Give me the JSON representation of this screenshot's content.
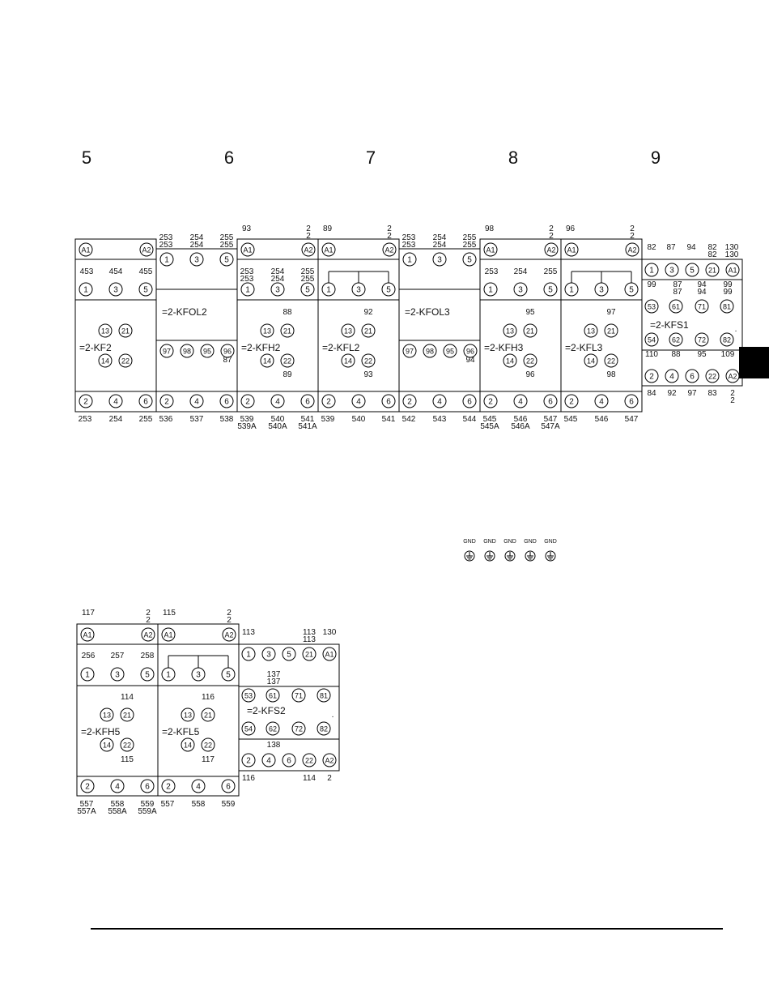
{
  "column_numbers": [
    "5",
    "6",
    "7",
    "8",
    "9"
  ],
  "gnd_label": "GND",
  "gnd_count": 5,
  "rows": [
    {
      "modules": [
        {
          "kind": "relay",
          "tag": "=2-KF2",
          "top_left": "",
          "top_right": "",
          "top_right_2": "",
          "coil": [
            "A1",
            "A2"
          ],
          "inputs": [
            "453",
            "454",
            "455"
          ],
          "inputs_2": [
            "",
            "",
            ""
          ],
          "aux_top": "",
          "aux_bottom": "",
          "outputs": [
            "253",
            "254",
            "255"
          ],
          "outputs_2": [
            "",
            "",
            ""
          ]
        },
        {
          "kind": "overload",
          "tag": "=2-KFOL2",
          "top": [
            "253",
            "254",
            "255"
          ],
          "top_2": [
            "253",
            "254",
            "255"
          ],
          "aux_note": "87",
          "outputs": [
            "536",
            "537",
            "538"
          ]
        },
        {
          "kind": "relay",
          "tag": "=2-KFH2",
          "top_left": "93",
          "top_right": "2",
          "top_right_2": "2",
          "coil": [
            "A1",
            "A2"
          ],
          "inputs": [
            "253",
            "254",
            "255"
          ],
          "inputs_2": [
            "253",
            "254",
            "255"
          ],
          "aux_top": "88",
          "aux_bottom": "89",
          "outputs": [
            "539",
            "540",
            "541"
          ],
          "outputs_2": [
            "539A",
            "540A",
            "541A"
          ]
        },
        {
          "kind": "relay_bridged",
          "tag": "=2-KFL2",
          "top_left": "89",
          "top_right": "2",
          "top_right_2": "2",
          "coil": [
            "A1",
            "A2"
          ],
          "aux_top": "92",
          "aux_bottom": "93",
          "outputs": [
            "539",
            "540",
            "541"
          ]
        },
        {
          "kind": "overload",
          "tag": "=2-KFOL3",
          "top": [
            "253",
            "254",
            "255"
          ],
          "top_2": [
            "253",
            "254",
            "255"
          ],
          "aux_note": "94",
          "outputs": [
            "542",
            "543",
            "544"
          ]
        },
        {
          "kind": "relay",
          "tag": "=2-KFH3",
          "top_left": "98",
          "top_right": "2",
          "top_right_2": "2",
          "coil": [
            "A1",
            "A2"
          ],
          "inputs": [
            "253",
            "254",
            "255"
          ],
          "inputs_2": [
            "",
            "",
            ""
          ],
          "aux_top": "95",
          "aux_bottom": "96",
          "outputs": [
            "545",
            "546",
            "547"
          ],
          "outputs_2": [
            "545A",
            "546A",
            "547A"
          ]
        },
        {
          "kind": "relay_bridged",
          "tag": "=2-KFL3",
          "top_left": "96",
          "top_right": "2",
          "top_right_2": "2",
          "coil": [
            "A1",
            "A2"
          ],
          "aux_top": "97",
          "aux_bottom": "98",
          "outputs": [
            "545",
            "546",
            "547"
          ]
        }
      ],
      "safety": {
        "tag": "=2-KFS1",
        "top": [
          "82",
          "87",
          "94",
          "82",
          "130"
        ],
        "top_2": [
          "",
          "",
          "",
          "82",
          "130"
        ],
        "t1": [
          "1",
          "3",
          "5",
          "21",
          "A1"
        ],
        "mid_labels": [
          "99",
          "87",
          "94",
          "99"
        ],
        "mid_labels_2": [
          "",
          "87",
          "94",
          "99"
        ],
        "t2": [
          "53",
          "61",
          "71",
          "81"
        ],
        "t3": [
          "54",
          "62",
          "72",
          "82"
        ],
        "mid2_labels": [
          "110",
          "88",
          "95",
          "109"
        ],
        "t4": [
          "2",
          "4",
          "6",
          "22",
          "A2"
        ],
        "bottom": [
          "84",
          "92",
          "97",
          "83",
          "2"
        ],
        "bottom_2": [
          "",
          "",
          "",
          "",
          "2"
        ]
      }
    },
    {
      "modules": [
        {
          "kind": "relay",
          "tag": "=2-KFH5",
          "top_left": "117",
          "top_right": "2",
          "top_right_2": "2",
          "coil": [
            "A1",
            "A2"
          ],
          "inputs": [
            "256",
            "257",
            "258"
          ],
          "inputs_2": [
            "",
            "",
            ""
          ],
          "aux_top": "114",
          "aux_bottom": "115",
          "outputs": [
            "557",
            "558",
            "559"
          ],
          "outputs_2": [
            "557A",
            "558A",
            "559A"
          ]
        },
        {
          "kind": "relay_bridged",
          "tag": "=2-KFL5",
          "top_left": "115",
          "top_right": "2",
          "top_right_2": "2",
          "coil": [
            "A1",
            "A2"
          ],
          "aux_top": "116",
          "aux_bottom": "117",
          "outputs": [
            "557",
            "558",
            "559"
          ]
        }
      ],
      "safety": {
        "tag": "=2-KFS2",
        "top": [
          "113",
          "113",
          "130"
        ],
        "top_2": [
          "",
          "113",
          ""
        ],
        "t1": [
          "1",
          "3",
          "5",
          "21",
          "A1"
        ],
        "mid_labels": [
          "137"
        ],
        "mid_labels_2": [
          "137"
        ],
        "t2": [
          "53",
          "61",
          "71",
          "81"
        ],
        "t3": [
          "54",
          "62",
          "72",
          "82"
        ],
        "mid2_labels": [
          "138"
        ],
        "t4": [
          "2",
          "4",
          "6",
          "22",
          "A2"
        ],
        "bottom": [
          "116",
          "114",
          "2"
        ]
      }
    }
  ]
}
